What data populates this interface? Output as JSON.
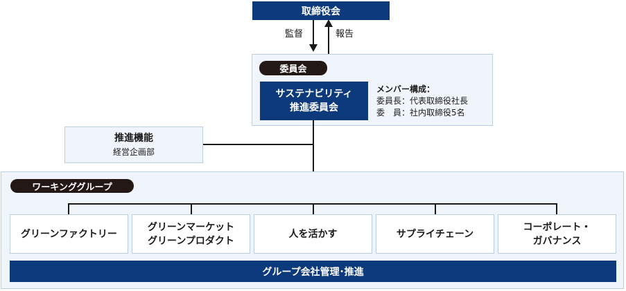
{
  "board": {
    "label": "取締役会",
    "down_label": "監督",
    "up_label": "報告"
  },
  "committee": {
    "tag": "委員会",
    "name_line1": "サステナビリティ",
    "name_line2": "推進委員会",
    "members_title": "メンバー構成：",
    "members_chair": "委員長：代表取締役社長",
    "members_members": "委　員：社内取締役5名"
  },
  "promotion": {
    "title": "推進機能",
    "dept": "経営企画部"
  },
  "working_groups": {
    "tag": "ワーキンググループ",
    "items": [
      {
        "line1": "グリーンファクトリー",
        "line2": ""
      },
      {
        "line1": "グリーンマーケット",
        "line2": "グリーンプロダクト"
      },
      {
        "line1": "人を活かす",
        "line2": ""
      },
      {
        "line1": "サプライチェーン",
        "line2": ""
      },
      {
        "line1": "コーポレート・",
        "line2": "ガバナンス"
      }
    ],
    "footer": "グループ会社管理･推進"
  },
  "colors": {
    "navy": "#0d3a7c",
    "panel_bg": "#f0f5fb",
    "panel_border": "#b9cde3",
    "pill_bg": "#231815"
  }
}
